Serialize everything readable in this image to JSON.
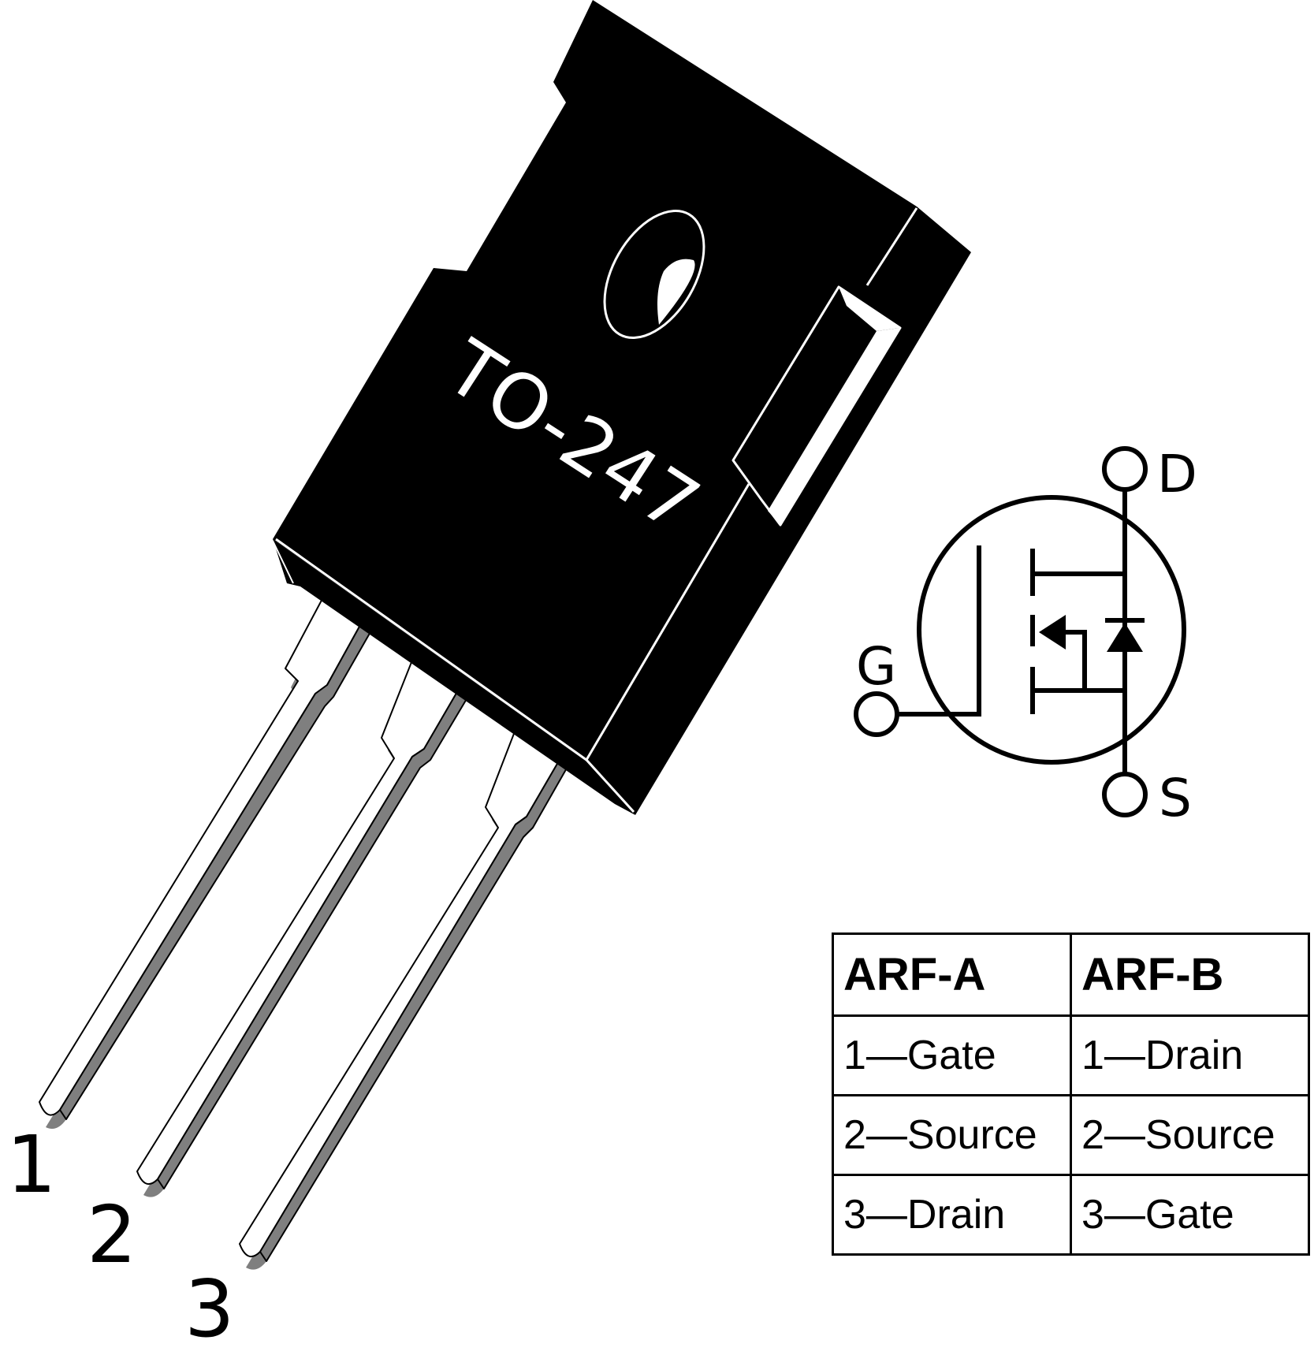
{
  "package": {
    "label": "TO-247"
  },
  "pins": {
    "p1": "1",
    "p2": "2",
    "p3": "3"
  },
  "symbol": {
    "drain": "D",
    "gate": "G",
    "source": "S"
  },
  "table": {
    "headers": [
      "ARF-A",
      "ARF-B"
    ],
    "rows": [
      [
        "1—Gate",
        "1—Drain"
      ],
      [
        "2—Source",
        "2—Source"
      ],
      [
        "3—Drain",
        "3—Gate"
      ]
    ]
  },
  "colors": {
    "body": "#000000",
    "outline": "#ffffff",
    "lead_shadow": "#7f7f7f"
  }
}
